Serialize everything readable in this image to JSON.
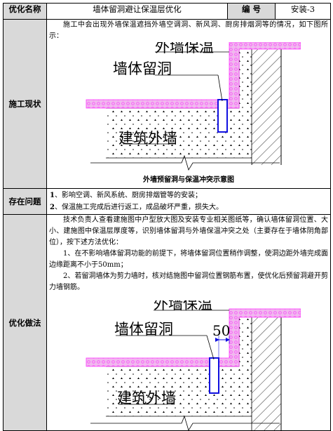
{
  "header": {
    "name_label": "优化名称",
    "name_value": "墙体留洞避让保温层优化",
    "number_label": "编 号",
    "number_value": "安装-3"
  },
  "current": {
    "label": "施工现状",
    "text": "施工中会出现外墙保温遮挡外墙空调洞、新风洞、厨房排烟洞等的情况，如下图所示：",
    "diagram": {
      "label_insulation": "外墙保温",
      "label_opening": "墙体留洞",
      "label_wall": "建筑外墙"
    },
    "caption": "外墙预留洞与保温冲突示意图"
  },
  "problems": {
    "label": "存在问题",
    "items": [
      {
        "num": "1",
        "text": "、影响空调、新风系统、厨房排烟管等的安装；"
      },
      {
        "num": "2",
        "text": "、保温施工完成后进行返工，成品破坏严重，损失大。"
      }
    ]
  },
  "optimization": {
    "label": "优化做法",
    "paragraphs": [
      "技术负责人查看建施图中户型放大图及安装专业相关图纸等，确认墙体留洞位置、大小、建施图中保温层厚度等，识别墙体留洞与外墙保温冲突之处（主要存在于墙体阴角部位），按下述方法优化：",
      "1、在不影响墙体留洞功能的前提下，将墙体留洞位置稍作调整，使洞边距外墙完成面边缘距离不小于50mm；",
      "2、若留洞墙体为剪力墙时，核对结施图中留洞位置钢筋布置，使优化后预留洞避开剪力墙钢筋。"
    ],
    "diagram": {
      "label_insulation": "外墙保温",
      "label_opening": "墙体留洞",
      "label_wall": "建筑外墙",
      "dimension": "50"
    }
  },
  "colors": {
    "insulation_fill": "#f0b8ee",
    "insulation_edge": "#ff33ff",
    "opening_stroke": "#1010e0",
    "label_background": "#d9d9d9"
  }
}
